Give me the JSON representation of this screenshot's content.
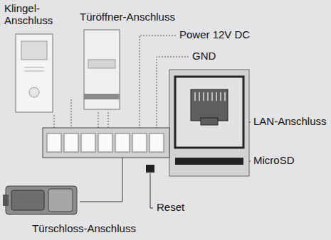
{
  "diagram": {
    "labels": [
      "Klingel- Anschluss",
      "Türöffner-Anschluss",
      "Power 12V DC",
      "GND",
      "LAN-Anschluss",
      "MicroSD",
      "Reset",
      "Türschloss-Anschluss"
    ]
  }
}
